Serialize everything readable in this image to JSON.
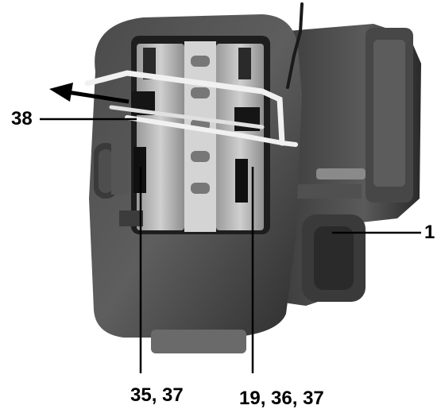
{
  "figure": {
    "subject": "brake-caliper-photo",
    "colors": {
      "background": "#ffffff",
      "caliper_dark": "#3a3a3a",
      "caliper_mid": "#5c5c5c",
      "caliper_light": "#8a8a8a",
      "pad": "#b9b9b9",
      "wire": "#e6e6e6",
      "leader": "#000000"
    }
  },
  "callouts": {
    "c38": "38",
    "c1": "1",
    "c35_37": "35, 37",
    "c19_36_37": "19, 36, 37"
  }
}
